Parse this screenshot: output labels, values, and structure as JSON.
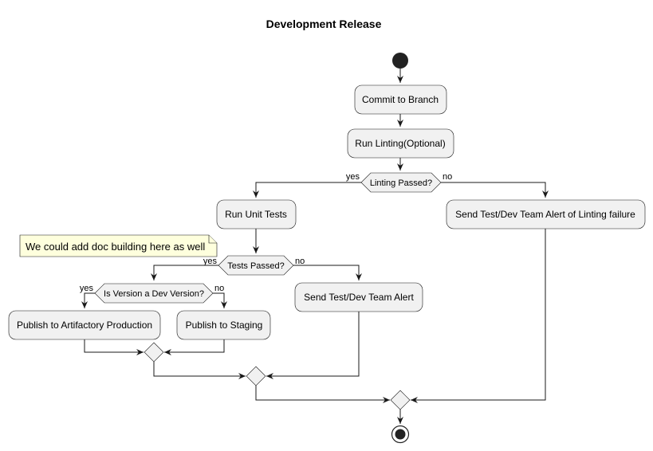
{
  "title": "Development Release",
  "nodes": {
    "commit": "Commit to Branch",
    "linting": "Run Linting(Optional)",
    "linting_check": "Linting Passed?",
    "unit_tests": "Run Unit Tests",
    "lint_alert": "Send Test/Dev Team Alert of Linting failure",
    "tests_check": "Tests Passed?",
    "test_alert": "Send Test/Dev Team Alert",
    "version_check": "Is Version a Dev Version?",
    "publish_prod": "Publish to Artifactory Production",
    "publish_staging": "Publish to Staging"
  },
  "branches": {
    "linting_yes": "yes",
    "linting_no": "no",
    "tests_yes": "yes",
    "tests_no": "no",
    "version_yes": "yes",
    "version_no": "no"
  },
  "note": "We could add doc building here as well",
  "colors": {
    "node_fill": "#f1f1f1",
    "node_border": "#181818",
    "note_fill": "#feffdd",
    "start_end": "#222222"
  }
}
